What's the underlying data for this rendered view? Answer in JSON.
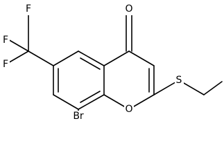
{
  "molecule": {
    "atoms": {
      "O_carbonyl": "O",
      "O_ring": "O",
      "S": "S",
      "Br": "Br",
      "F1": "F",
      "F2": "F",
      "F3": "F"
    }
  },
  "colors": {
    "bond": "#000000",
    "label": "#000000",
    "background": "#ffffff"
  }
}
